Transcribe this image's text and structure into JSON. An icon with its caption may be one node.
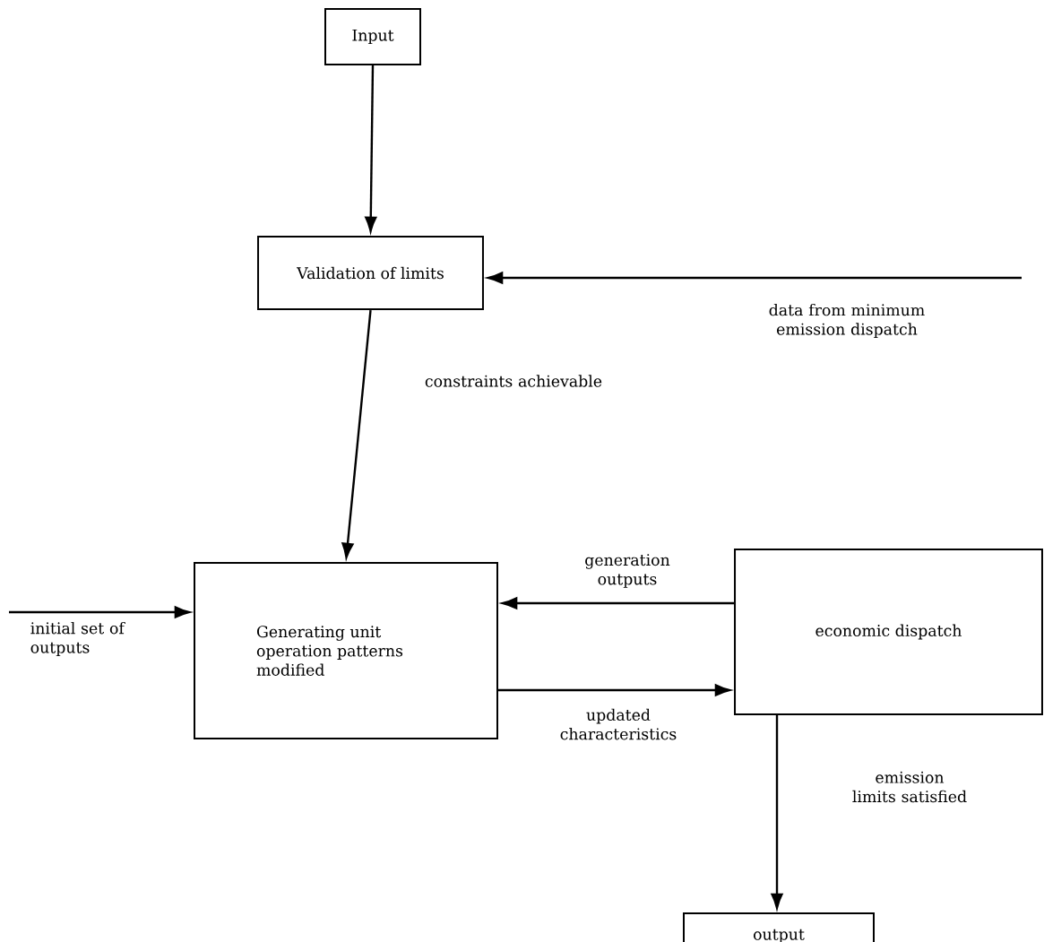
{
  "diagram": {
    "nodes": [
      {
        "text": [
          "Input"
        ]
      },
      {
        "text": [
          "Validation of limits"
        ]
      },
      {
        "text": [
          "Generating unit operation patterns modified"
        ]
      },
      {
        "text": [
          "economic dispatch"
        ]
      },
      {
        "text": [
          "output"
        ]
      }
    ],
    "edges": [
      {
        "from": 0,
        "to": 1,
        "arrow": "to"
      },
      {
        "from": null,
        "to": 1,
        "arrow": "to",
        "label": "data from minimum emission dispatch"
      },
      {
        "from": 1,
        "to": 2,
        "arrow": "to",
        "label": "constraints achievable"
      },
      {
        "from": null,
        "to": 2,
        "arrow": "to",
        "label": "initial set of outputs"
      },
      {
        "from": 3,
        "to": 2,
        "arrow": "to",
        "label": "generation outputs"
      },
      {
        "from": 2,
        "to": 3,
        "arrow": "to",
        "label": "updated characteristics"
      },
      {
        "from": 3,
        "to": 4,
        "arrow": "to",
        "label": "emission limits satisfied"
      }
    ]
  }
}
